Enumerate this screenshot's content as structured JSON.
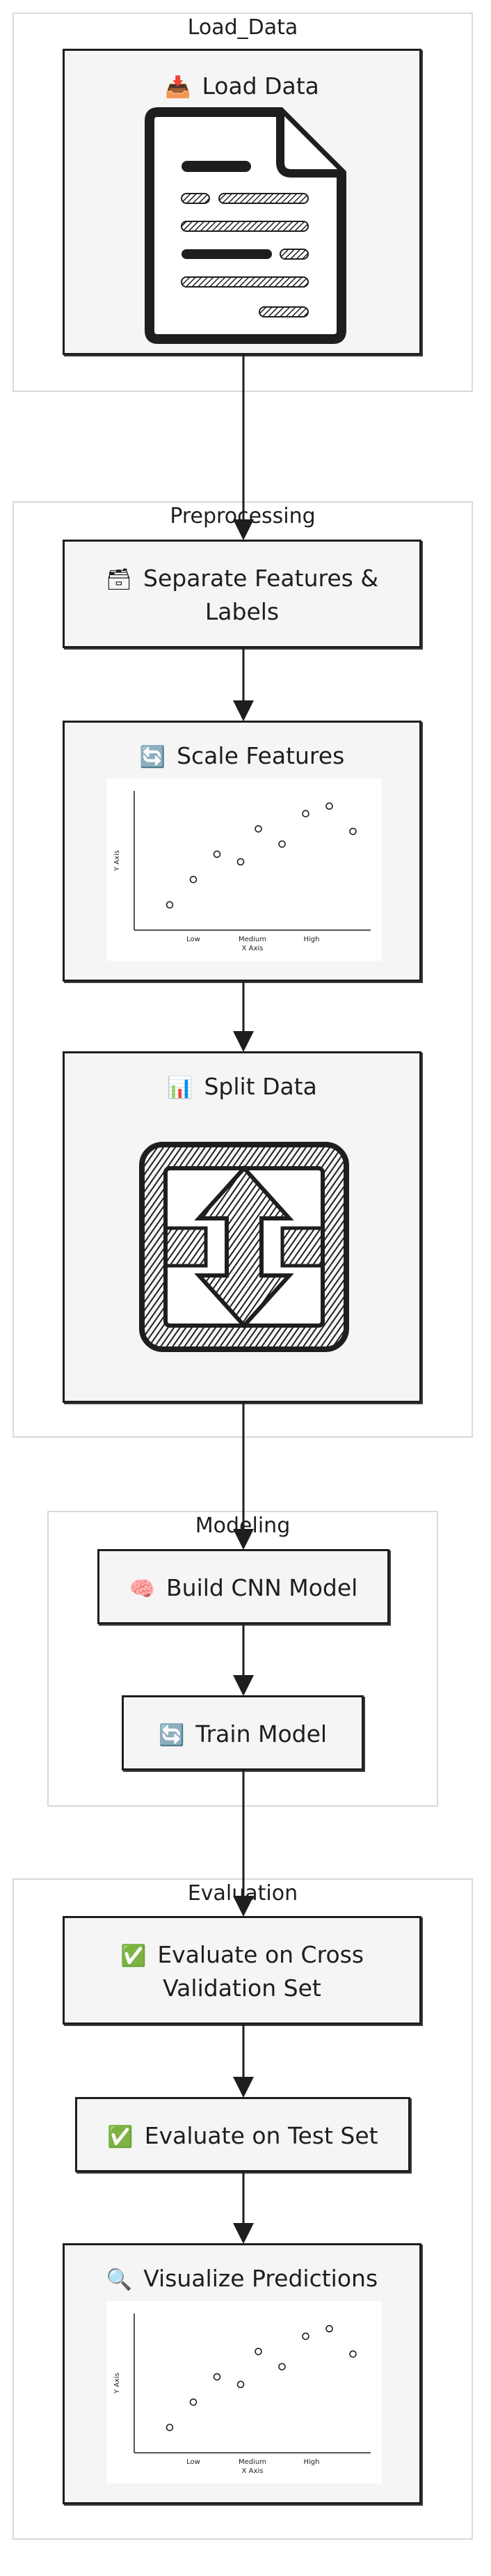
{
  "groups": {
    "load": {
      "title": "Load_Data"
    },
    "pre": {
      "title": "Preprocessing"
    },
    "model": {
      "title": "Modeling"
    },
    "eval": {
      "title": "Evaluation"
    }
  },
  "nodes": {
    "load_data": {
      "emoji": "📥",
      "label": "Load Data",
      "icon": "document-icon"
    },
    "separate": {
      "emoji": "🗃",
      "label_line1": "Separate Features &",
      "label_line2": "Labels"
    },
    "scale": {
      "emoji": "🔄",
      "label": "Scale Features"
    },
    "split": {
      "emoji": "📊",
      "label": "Split Data",
      "icon": "split-arrows-icon"
    },
    "build": {
      "emoji": "🧠",
      "label": "Build CNN Model"
    },
    "train": {
      "emoji": "🔄",
      "label": "Train Model"
    },
    "eval_cv": {
      "emoji": "✅",
      "label_line1": "Evaluate on Cross",
      "label_line2": "Validation Set"
    },
    "eval_test": {
      "emoji": "✅",
      "label": "Evaluate on Test Set"
    },
    "visualize": {
      "emoji": "🔍",
      "label": "Visualize Predictions"
    }
  },
  "chart_data": [
    {
      "type": "scatter",
      "xlabel": "X Axis",
      "ylabel": "Y Axis",
      "categories": [
        "Low",
        "Medium",
        "High"
      ],
      "points": [
        [
          0.6,
          1.0
        ],
        [
          1.0,
          2.0
        ],
        [
          1.4,
          3.0
        ],
        [
          1.8,
          2.7
        ],
        [
          2.1,
          4.0
        ],
        [
          2.5,
          3.4
        ],
        [
          2.9,
          4.6
        ],
        [
          3.3,
          4.9
        ],
        [
          3.7,
          3.9
        ]
      ]
    },
    {
      "type": "scatter",
      "xlabel": "X Axis",
      "ylabel": "Y Axis",
      "categories": [
        "Low",
        "Medium",
        "High"
      ],
      "points": [
        [
          0.6,
          1.0
        ],
        [
          1.0,
          2.0
        ],
        [
          1.4,
          3.0
        ],
        [
          1.8,
          2.7
        ],
        [
          2.1,
          4.0
        ],
        [
          2.5,
          3.4
        ],
        [
          2.9,
          4.6
        ],
        [
          3.3,
          4.9
        ],
        [
          3.7,
          3.9
        ]
      ]
    }
  ]
}
